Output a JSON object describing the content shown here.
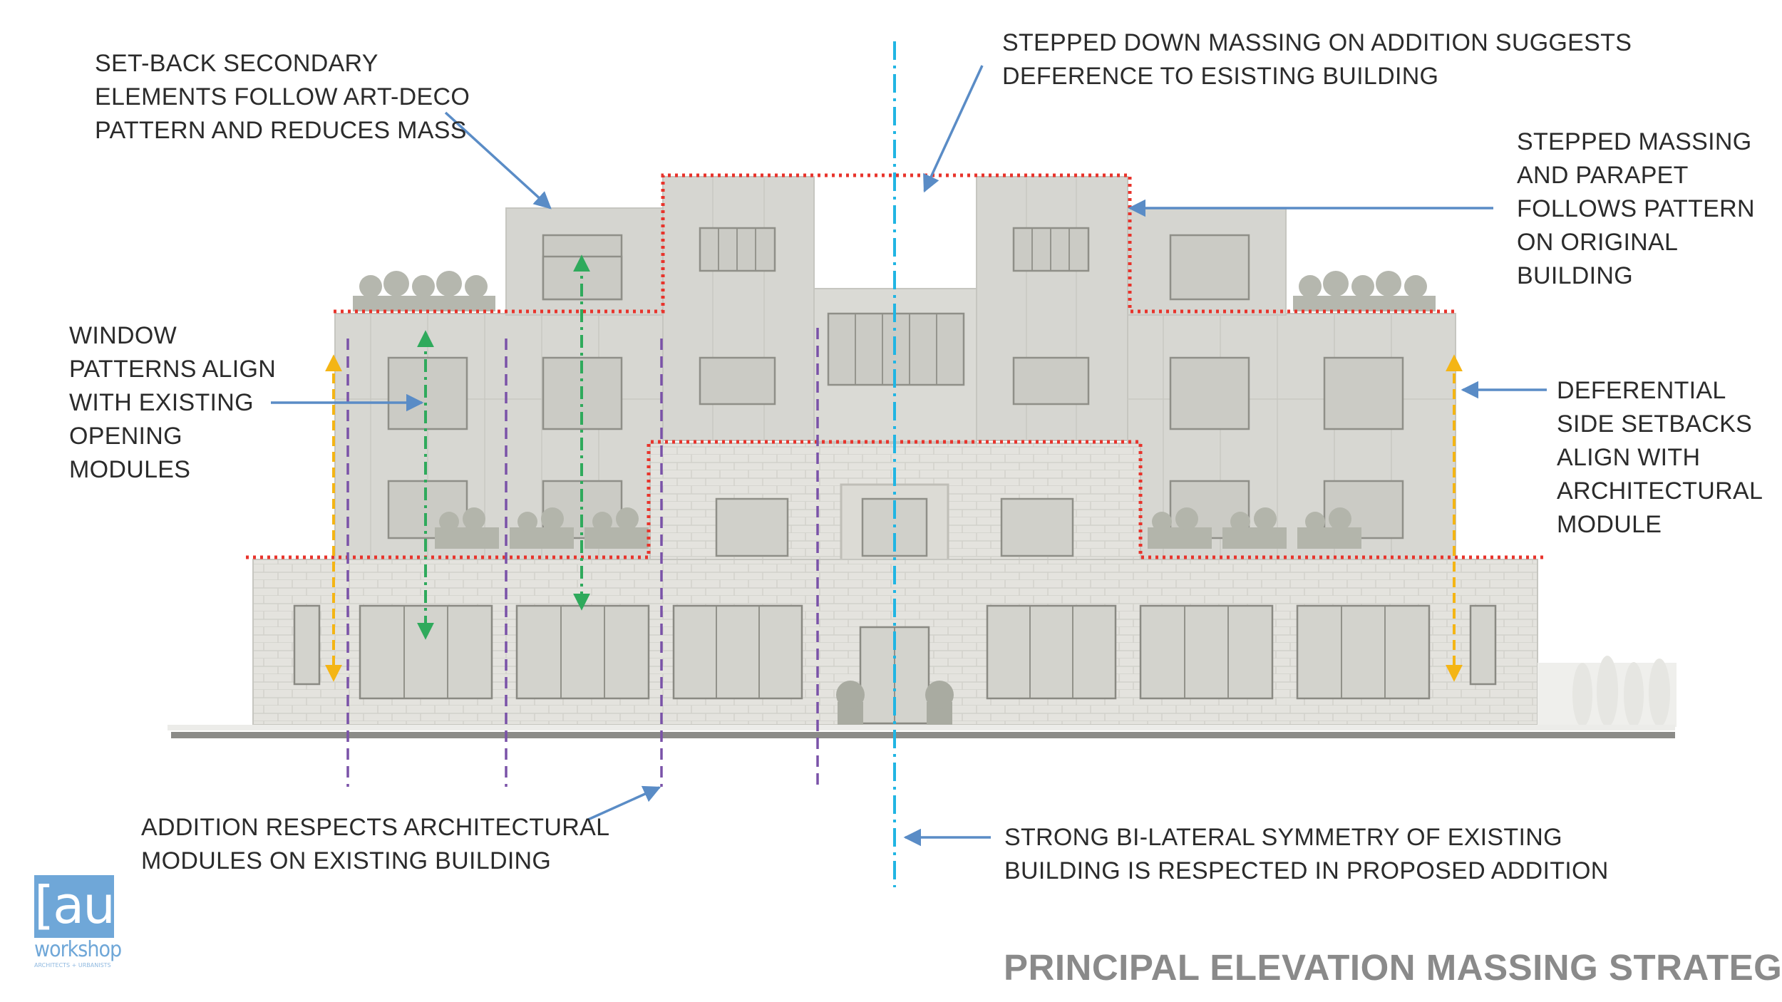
{
  "title": "PRINCIPAL ELEVATION MASSING STRATEGY",
  "annotations": {
    "setback": [
      "SET-BACK SECONDARY",
      "ELEMENTS FOLLOW ART-DECO",
      "PATTERN AND REDUCES MASS"
    ],
    "stepped_down": [
      "STEPPED DOWN MASSING ON ADDITION SUGGESTS",
      "DEFERENCE TO ESISTING BUILDING"
    ],
    "parapet": [
      "STEPPED MASSING",
      "AND PARAPET",
      "FOLLOWS PATTERN",
      "ON ORIGINAL",
      "BUILDING"
    ],
    "window": [
      "WINDOW",
      "PATTERNS ALIGN",
      "WITH EXISTING",
      "OPENING",
      "MODULES"
    ],
    "side_setbacks": [
      "DEFERENTIAL",
      "SIDE SETBACKS",
      "ALIGN WITH",
      "ARCHITECTURAL",
      "MODULE"
    ],
    "modules": [
      "ADDITION RESPECTS ARCHITECTURAL",
      "MODULES ON EXISTING BUILDING"
    ],
    "symmetry": [
      "STRONG BI-LATERAL SYMMETRY OF EXISTING",
      "BUILDING IS RESPECTED IN PROPOSED ADDITION"
    ]
  },
  "logo": {
    "mark": "[au]",
    "word": "workshop",
    "sub": "ARCHITECTS + URBANISTS"
  },
  "colors": {
    "massing_outline": "#e8342c",
    "symmetry_axis": "#21b5e3",
    "module_lines": "#7a52a8",
    "window_alignment": "#2faa5c",
    "setback_arrows": "#f4b515",
    "leader_arrows": "#5a8cc6",
    "building": "#d9d9d4",
    "brick_base": "#e4e3de"
  }
}
